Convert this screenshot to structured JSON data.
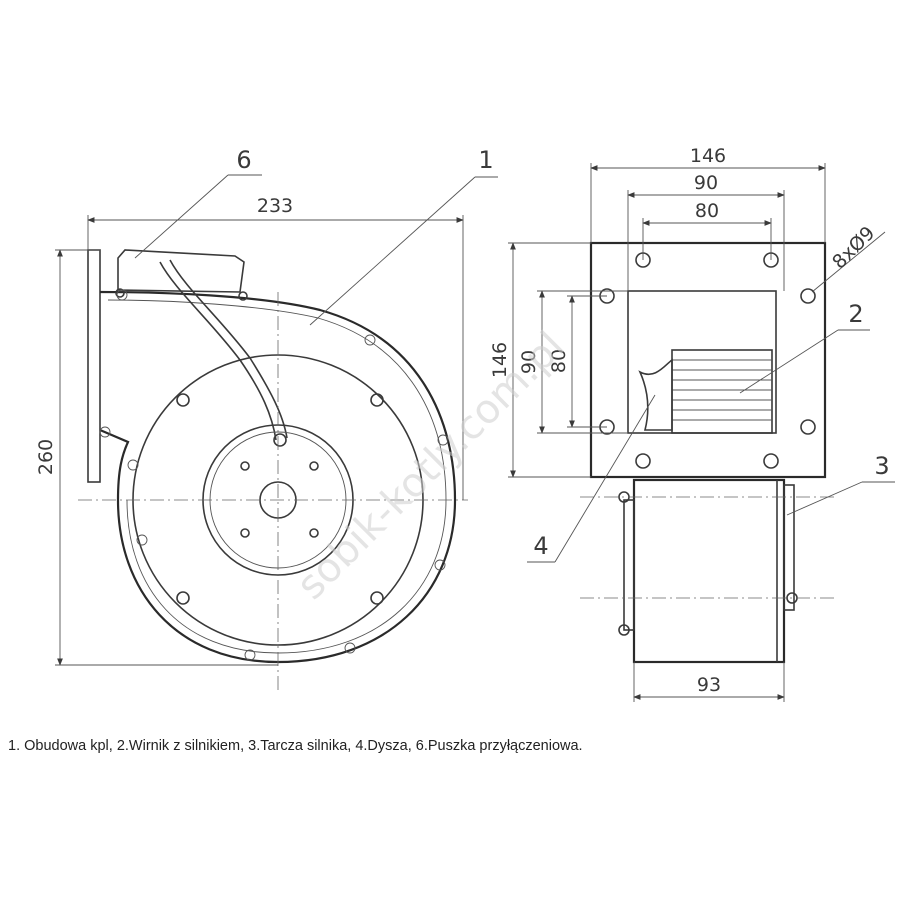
{
  "dimensions": {
    "front_width": "233",
    "front_height": "260",
    "side_width": "146",
    "side_hole_spacing_outer": "90",
    "side_hole_spacing_inner": "80",
    "side_height": "146",
    "side_vert_outer": "90",
    "side_vert_inner": "80",
    "holes": "8xØ9",
    "motor_width": "93"
  },
  "callouts": [
    "1",
    "2",
    "3",
    "4",
    "6"
  ],
  "watermark": "sobik-kotly.com.pl",
  "caption": "1. Obudowa kpl, 2.Wirnik z silnikiem, 3.Tarcza silnika, 4.Dysza, 6.Puszka przyłączeniowa."
}
